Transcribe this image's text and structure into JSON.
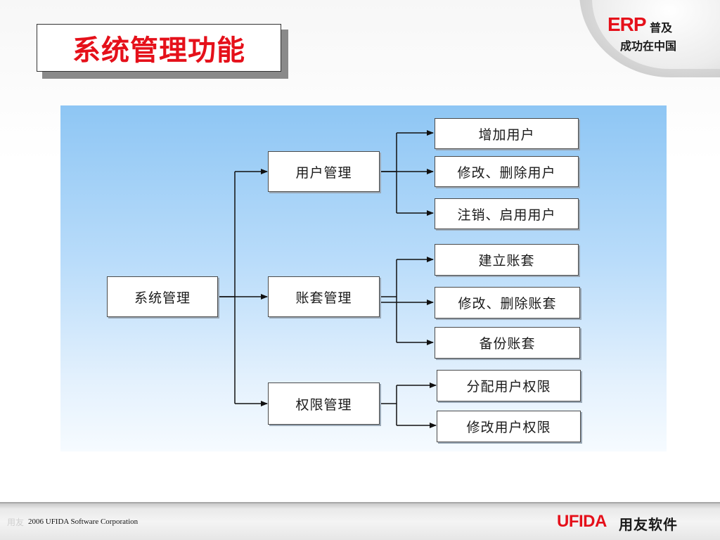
{
  "slide": {
    "title": "系统管理功能"
  },
  "logo": {
    "erp": "ERP",
    "erp_suffix": "普及",
    "tagline": "成功在中国"
  },
  "diagram": {
    "root": "系统管理",
    "branches": [
      {
        "label": "用户管理",
        "children": [
          "增加用户",
          "修改、删除用户",
          "注销、启用用户"
        ]
      },
      {
        "label": "账套管理",
        "children": [
          "建立账套",
          "修改、删除账套",
          "备份账套"
        ]
      },
      {
        "label": "权限管理",
        "children": [
          "分配用户权限",
          "修改用户权限"
        ]
      }
    ]
  },
  "footer": {
    "ghost_text": "用友",
    "copyright": "2006 UFIDA Software Corporation",
    "brand": "UFIDA",
    "brand_cn": "用友软件"
  },
  "colors": {
    "title_red": "#e5101a",
    "panel_top": "#8ec6f4",
    "panel_bottom": "#f6fbff"
  }
}
